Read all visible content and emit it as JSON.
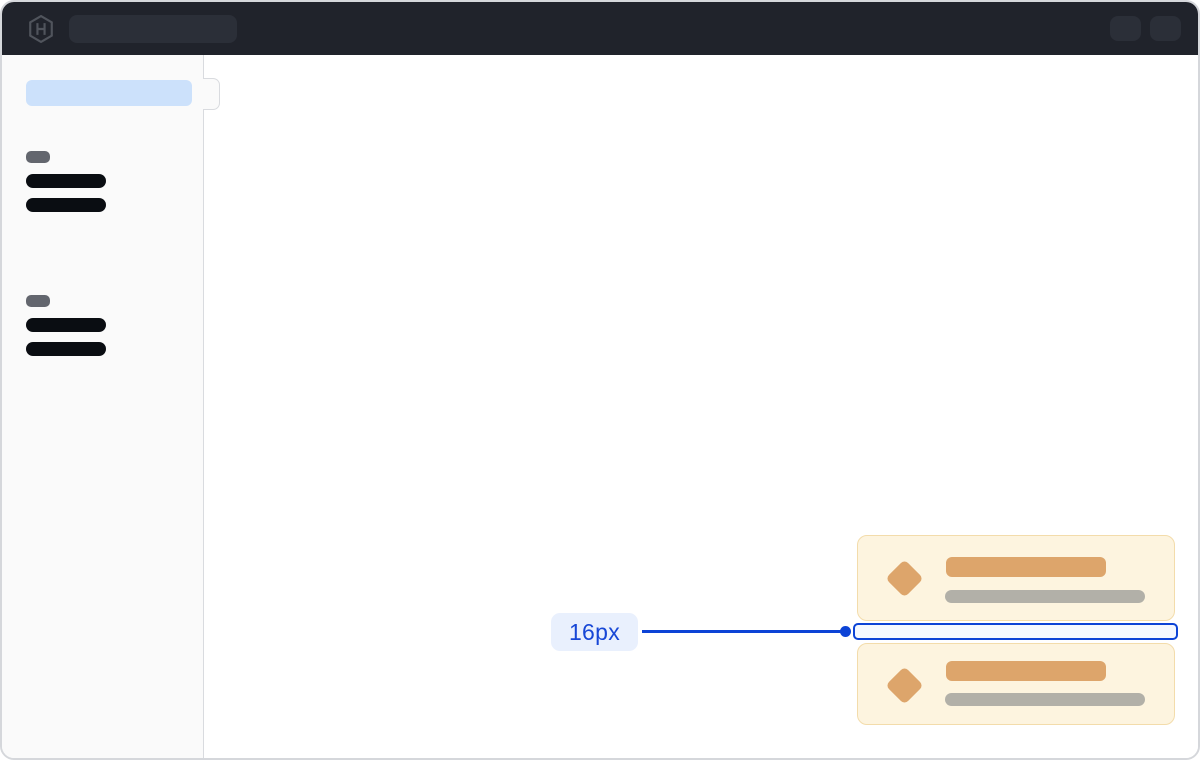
{
  "header": {
    "logo_icon": "hashicorp-logo",
    "search_skeleton": "search-placeholder",
    "right_pills": [
      "header-action-placeholder-1",
      "header-action-placeholder-2"
    ]
  },
  "sidebar": {
    "active_item": "active-nav-item-skeleton",
    "sections": [
      {
        "label_skeleton": "section-label",
        "items": [
          "nav-item-skeleton",
          "nav-item-skeleton"
        ]
      },
      {
        "label_skeleton": "section-label",
        "items": [
          "nav-item-skeleton",
          "nav-item-skeleton"
        ]
      }
    ]
  },
  "main": {
    "cards": [
      {
        "icon": "diamond",
        "title_skeleton": "card-title",
        "subtitle_skeleton": "card-subtitle"
      },
      {
        "icon": "diamond",
        "title_skeleton": "card-title",
        "subtitle_skeleton": "card-subtitle"
      }
    ]
  },
  "annotation": {
    "label": "16px",
    "measured_gap": "vertical spacing between stacked cards"
  },
  "colors": {
    "frame_border": "#d5d7db",
    "header_bg": "#20232b",
    "header_pill": "#2b2f38",
    "logo_gray": "#50545c",
    "sidebar_bg": "#fafafa",
    "sidebar_border": "#d9dbdf",
    "active_item": "#cce1fb",
    "section_pill": "#63666e",
    "skeleton_dark": "#0a0d12",
    "card_bg": "#fdf4df",
    "card_border": "#f3dcab",
    "orange": "#dda56b",
    "muted_bar": "#b2b0a8",
    "accent_blue": "#0c43d6",
    "label_bg": "#e9f0fd",
    "label_text": "#1747d6",
    "gap_fill": "#f4f8ff"
  }
}
